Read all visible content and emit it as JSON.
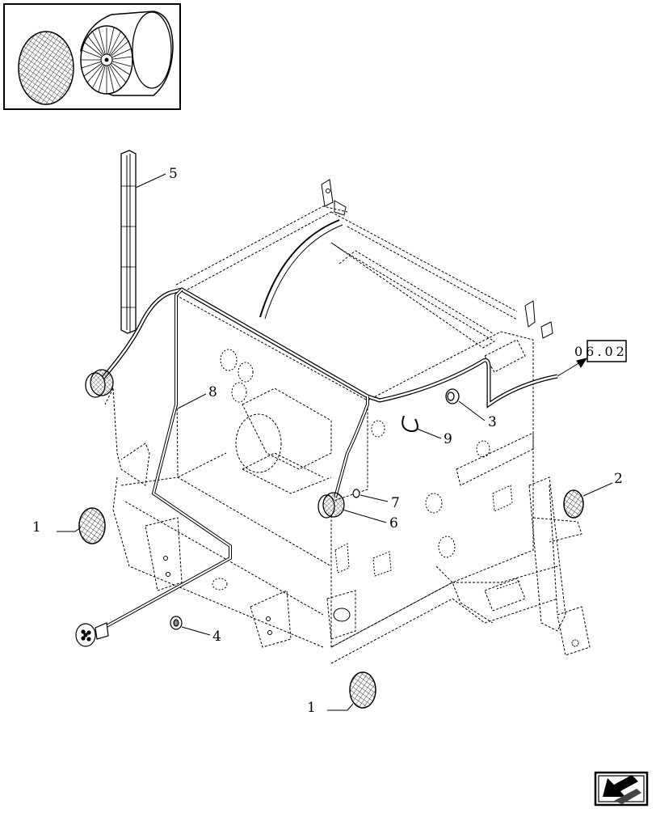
{
  "diagram": {
    "callouts": [
      {
        "id": "c1a",
        "label": "1"
      },
      {
        "id": "c1b",
        "label": "1"
      },
      {
        "id": "c2",
        "label": "2"
      },
      {
        "id": "c3",
        "label": "3"
      },
      {
        "id": "c4",
        "label": "4"
      },
      {
        "id": "c5",
        "label": "5"
      },
      {
        "id": "c6",
        "label": "6"
      },
      {
        "id": "c7",
        "label": "7"
      },
      {
        "id": "c8",
        "label": "8"
      },
      {
        "id": "c9",
        "label": "9"
      }
    ],
    "page_reference": "06.02"
  },
  "icons": {
    "inset": "lamp-components-inset-icon",
    "navigation": "navigation-arrow-icon"
  }
}
